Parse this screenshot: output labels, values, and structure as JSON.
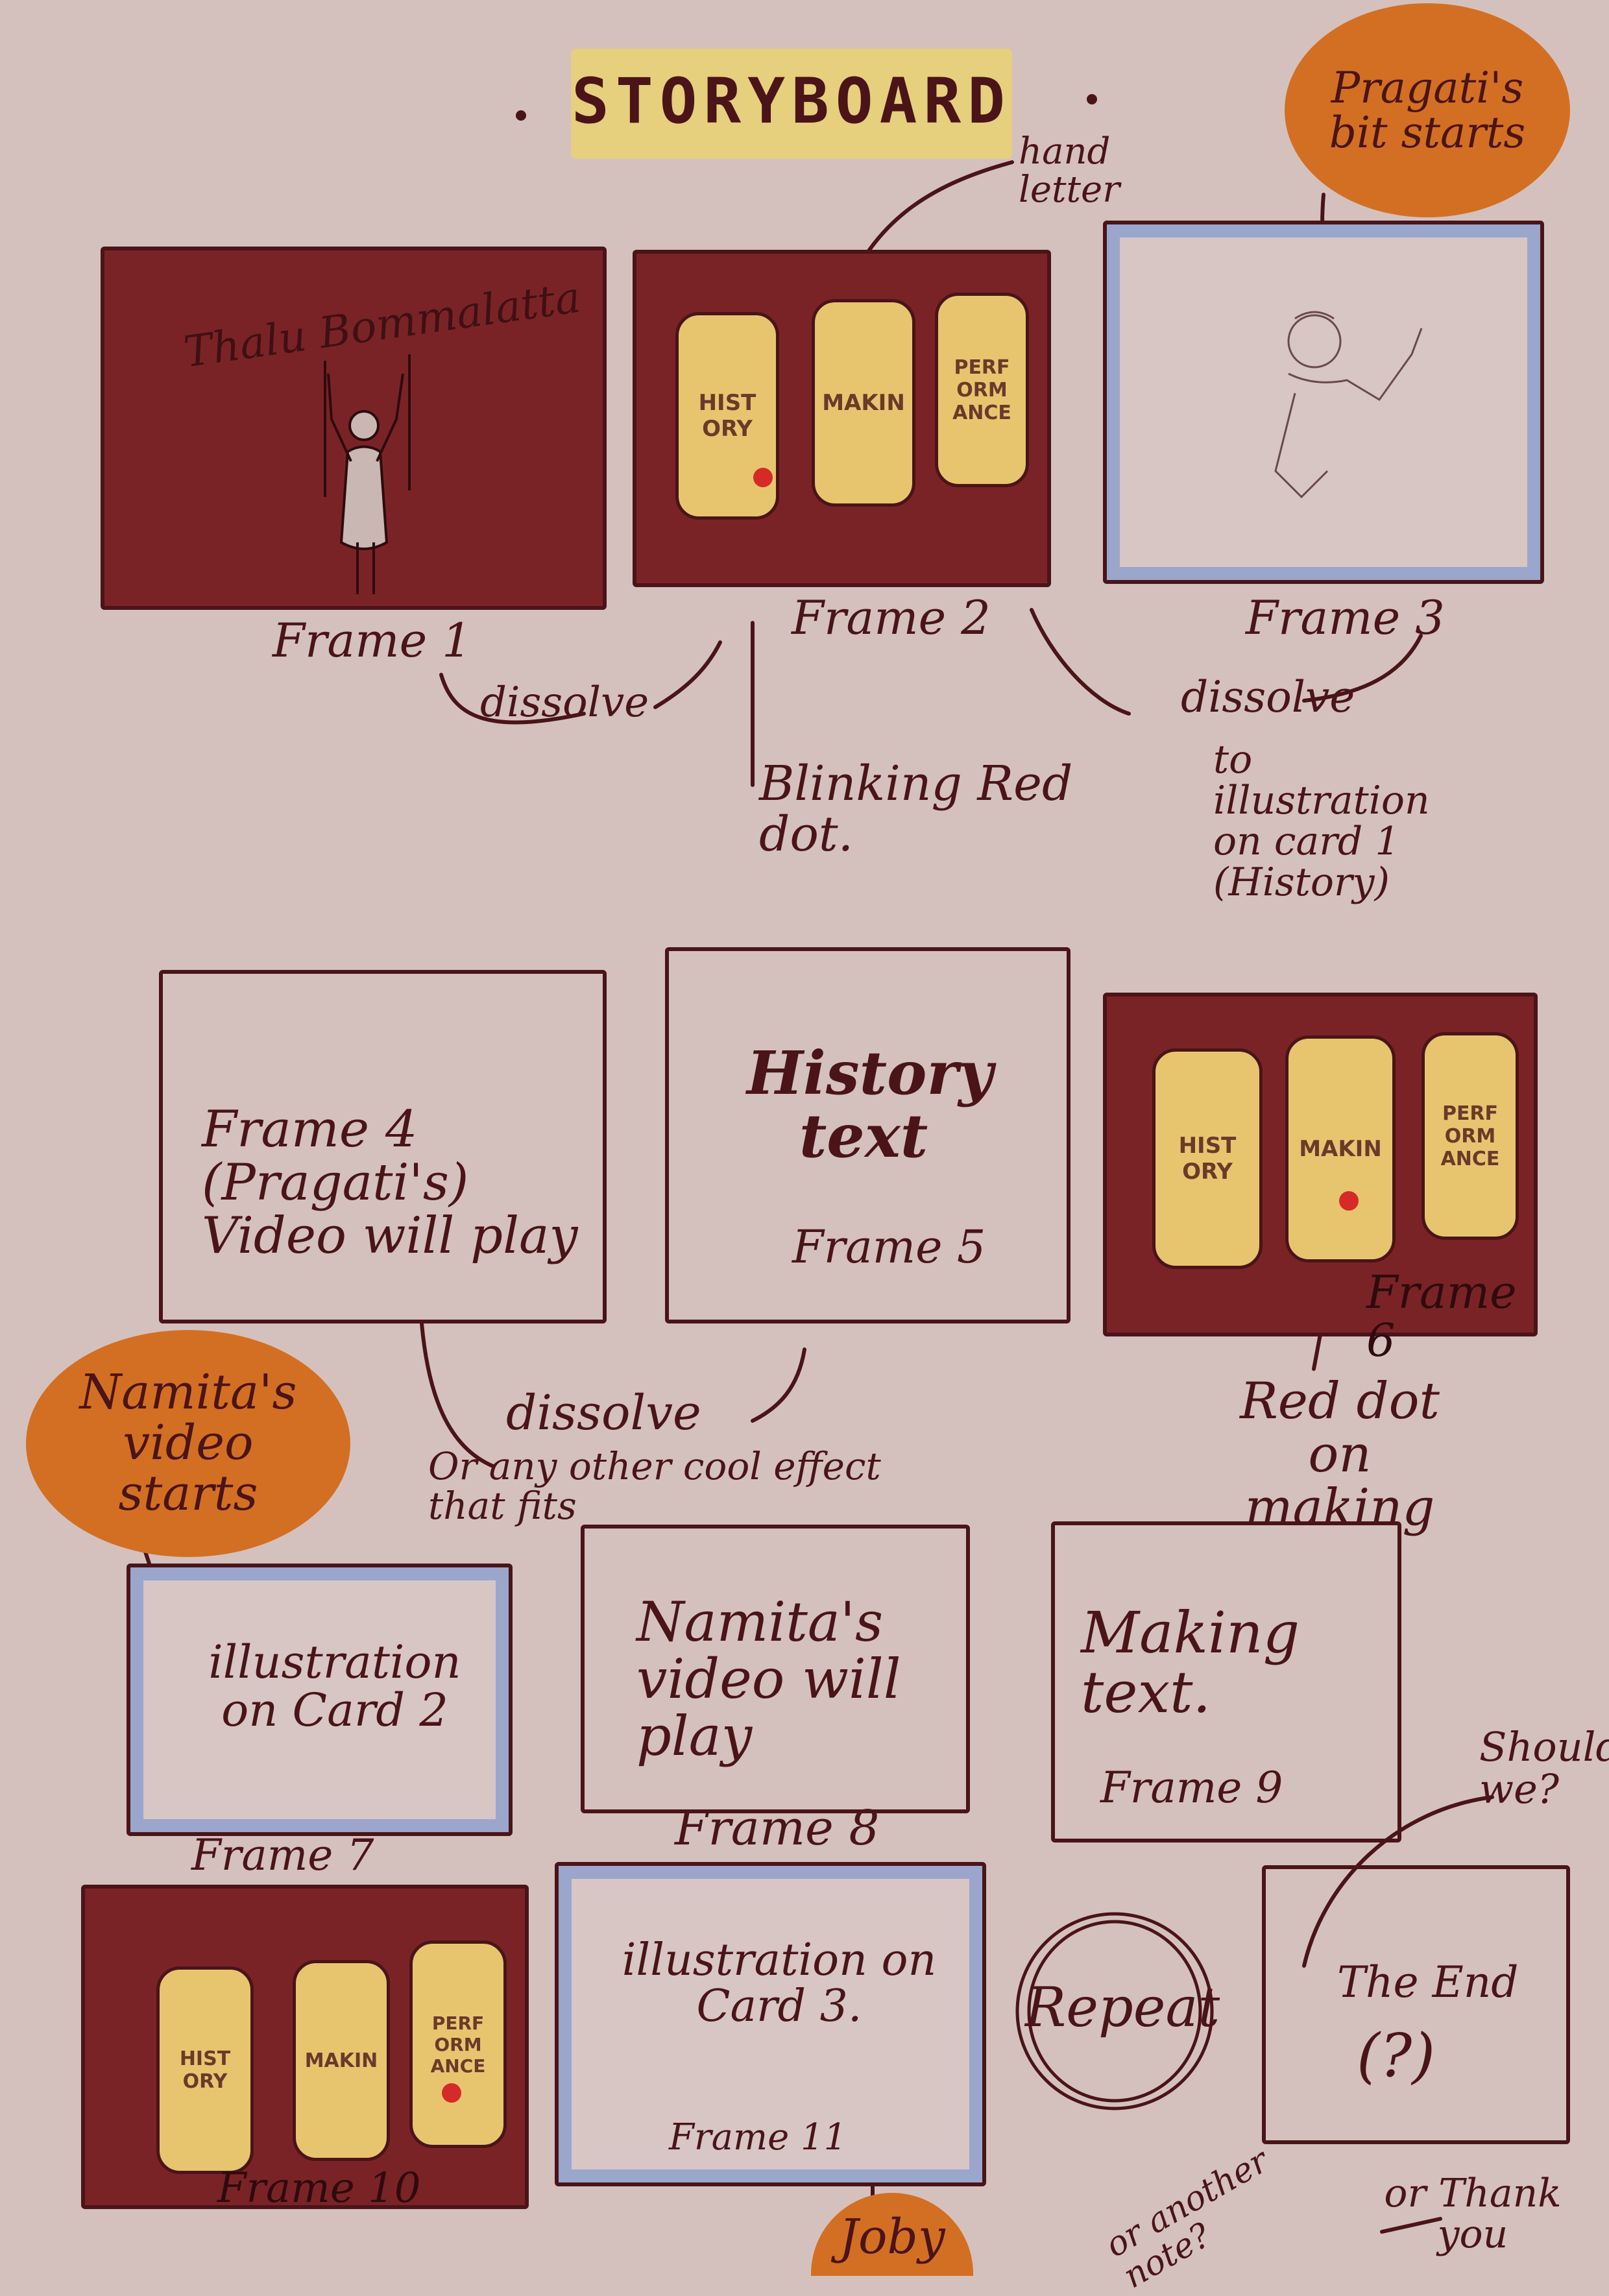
{
  "title": "STORYBOARD",
  "bubbles": {
    "pragati": "Pragati's bit starts",
    "namita": "Namita's video starts",
    "joby": "Joby"
  },
  "frames": {
    "f1": {
      "label": "Frame 1",
      "inner_text": "Thalu Bommalatta"
    },
    "f2": {
      "label": "Frame 2"
    },
    "f3": {
      "label": "Frame 3"
    },
    "f4": {
      "content": "Frame 4 (Pragati's) Video will play"
    },
    "f5": {
      "content": "History text",
      "label": "Frame 5"
    },
    "f6": {
      "label": "Frame 6"
    },
    "f7": {
      "content": "illustration on Card 2",
      "label": "Frame 7"
    },
    "f8": {
      "content": "Namita's video will play",
      "label": "Frame 8"
    },
    "f9": {
      "content": "Making text.",
      "label": "Frame 9"
    },
    "f10": {
      "label": "Frame 10"
    },
    "f11": {
      "content": "illustration on Card 3.",
      "label": "Frame 11"
    },
    "f12": {
      "content": "The End",
      "question": "(?)"
    }
  },
  "cards": {
    "history": "HIST ORY",
    "making": "MAKIN",
    "performance": "PERF ORM ANCE"
  },
  "annotations": {
    "hand_letter": "hand letter",
    "dissolve_1": "dissolve",
    "blinking": "Blinking Red dot.",
    "dissolve_2": "dissolve",
    "to_illustration": "to illustration on card 1 (History)",
    "dissolve_3": "dissolve",
    "cool_effect": "Or any other cool effect that fits",
    "red_dot_making": "Red dot on making",
    "repeat": "Repeat",
    "should_we": "Should we?",
    "another_note": "or another note?",
    "thank_you": "or Thank you"
  },
  "colors": {
    "background": "#d4c1bd",
    "ink": "#4a1418",
    "maroon": "#7a2327",
    "card": "#e7c56f",
    "blue_frame": "#9aa6cc",
    "orange": "#d36f23",
    "title_highlight": "#e6cf7d",
    "red_dot": "#d62a28"
  }
}
